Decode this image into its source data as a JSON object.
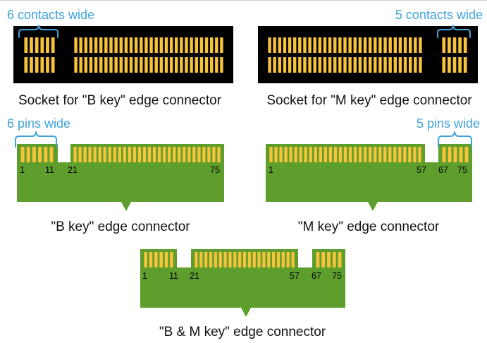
{
  "annotations": {
    "b_contacts": "6 contacts wide",
    "m_contacts": "5 contacts wide",
    "b_pins": "6 pins wide",
    "m_pins": "5 pins wide"
  },
  "captions": {
    "socket_b": "Socket for \"B key\" edge connector",
    "socket_m": "Socket for \"M key\" edge connector",
    "conn_b": "\"B key\" edge connector",
    "conn_m": "\"M key\" edge connector",
    "conn_bm": "\"B & M key\" edge connector"
  },
  "pin_labels": {
    "b": [
      "1",
      "11",
      "21",
      "75"
    ],
    "m": [
      "1",
      "57",
      "67",
      "75"
    ],
    "bm": [
      "1",
      "11",
      "21",
      "57",
      "67",
      "75"
    ]
  },
  "colors": {
    "contact": "#f6c33a",
    "socket": "#000000",
    "board": "#5d9e2c",
    "annotation": "#3fa3dc",
    "caption": "#111111"
  }
}
